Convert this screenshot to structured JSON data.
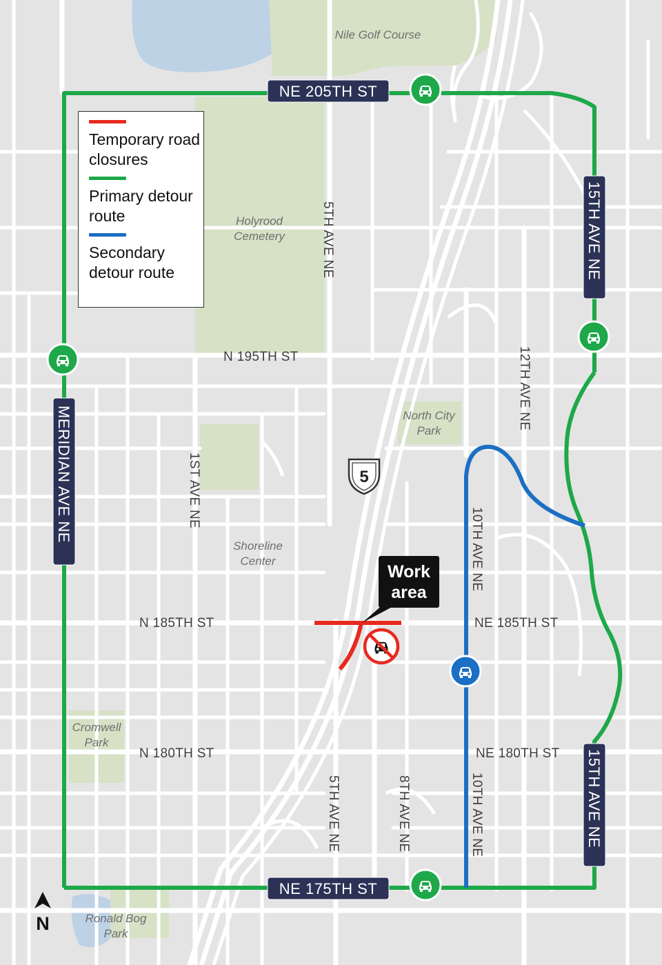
{
  "legend": {
    "items": [
      {
        "label": "Temporary road closures",
        "color": "#e8291f"
      },
      {
        "label": "Primary detour route",
        "color": "#1ea84a"
      },
      {
        "label": "Secondary detour route",
        "color": "#1b6fc4"
      }
    ]
  },
  "roads": {
    "ne_205th": "NE 205TH ST",
    "ne_175th": "NE 175TH ST",
    "meridian": "MERIDIAN AVE NE",
    "ave15_north": "15TH AVE NE",
    "ave15_south": "15TH AVE NE",
    "n_195th": "N 195TH  ST",
    "n_185th": "N 185TH  ST",
    "ne_185th": "NE 185TH  ST",
    "n_180th": "N 180TH  ST",
    "ne_180th": "NE 180TH  ST",
    "ave5_north": "5TH AVE NE",
    "ave5_south": "5TH AVE NE",
    "ave1": "1ST AVE NE",
    "ave12": "12TH AVE NE",
    "ave10_north": "10TH AVE NE",
    "ave10_south": "10TH AVE NE",
    "ave8": "8TH AVE NE",
    "interstate": "5"
  },
  "places": {
    "nile": "Nile Golf Course",
    "holyrood_1": "Holyrood",
    "holyrood_2": "Cemetery",
    "north_city_1": "North City",
    "north_city_2": "Park",
    "shoreline_1": "Shoreline",
    "shoreline_2": "Center",
    "cromwell_1": "Cromwell",
    "cromwell_2": "Park",
    "ronald_1": "Ronald Bog",
    "ronald_2": "Park"
  },
  "callout": {
    "line1": "Work",
    "line2": "area"
  },
  "north": "N",
  "colors": {
    "background": "#e4e4e4",
    "street": "#ffffff",
    "park": "#d6e1c6",
    "water": "#bed2e6",
    "shield": "#2b3256",
    "primary": "#1ea84a",
    "secondary": "#1b6fc4",
    "closure": "#e8291f"
  },
  "icons": {
    "car_marker": "car-icon",
    "no_traffic": "no-vehicles-icon",
    "north_arrow": "north-arrow-icon"
  }
}
